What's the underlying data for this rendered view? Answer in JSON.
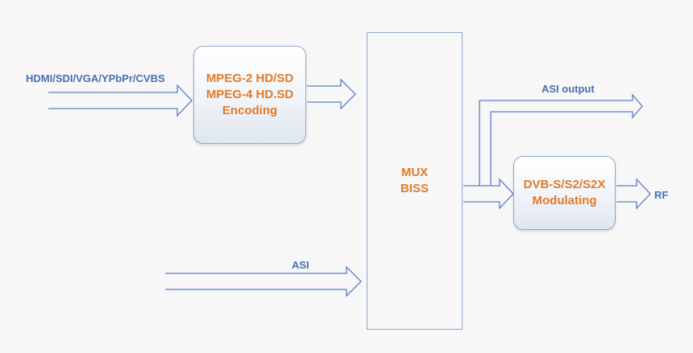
{
  "labels": {
    "input_sources": "HDMI/SDI/VGA/YPbPr/CVBS",
    "asi_output": "ASI output",
    "rf": "RF",
    "asi_input": "ASI"
  },
  "blocks": {
    "encoder": {
      "lines": [
        "MPEG-2 HD/SD",
        "MPEG-4 HD.SD",
        "Encoding"
      ]
    },
    "mux": {
      "lines": [
        "MUX",
        "BISS"
      ]
    },
    "modulator": {
      "lines": [
        "DVB-S/S2/S2X",
        "Modulating"
      ]
    }
  },
  "colors": {
    "background": "#f7f7f7",
    "block_border": "#8fa8c9",
    "block_text": "#e07b2a",
    "label_text": "#4a6fb5",
    "arrow_stroke": "#5b7fc4"
  }
}
